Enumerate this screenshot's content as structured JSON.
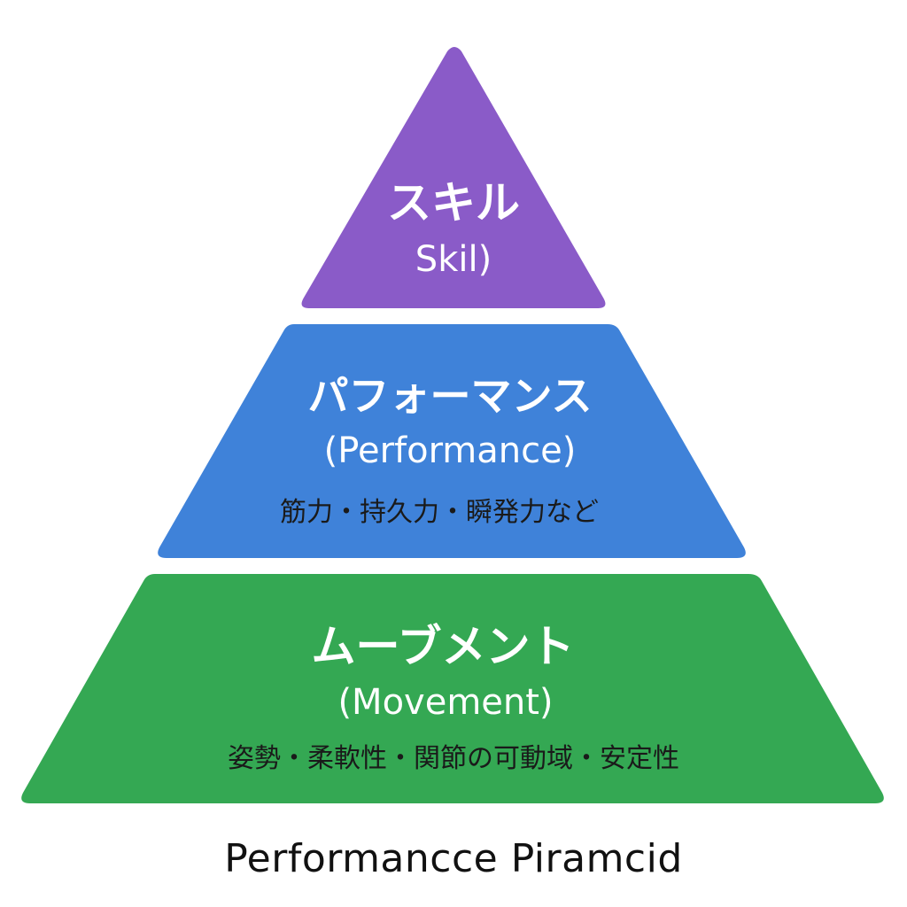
{
  "diagram": {
    "type": "pyramid",
    "caption": "Performancce Piramcid",
    "tiers": [
      {
        "id": "skill",
        "title": "スキル",
        "subtitle": "Skil)",
        "color": "#8a5bc8"
      },
      {
        "id": "performance",
        "title": "パフォーマンス",
        "subtitle": "(Performance)",
        "description": "筋力・持久力・瞬発力など",
        "color": "#3f82d9"
      },
      {
        "id": "movement",
        "title": "ムーブメント",
        "subtitle": "(Movement)",
        "description": "姿勢・柔軟性・関節の可動域・安定性",
        "color": "#34a853"
      }
    ]
  }
}
